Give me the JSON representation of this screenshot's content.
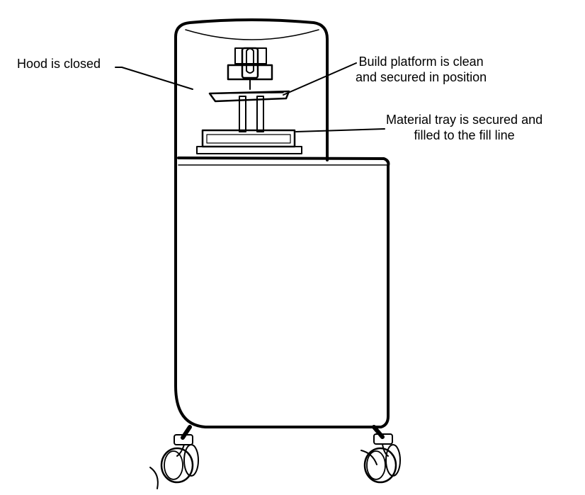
{
  "diagram": {
    "callouts": {
      "hood": {
        "lines": [
          "Hood is closed"
        ]
      },
      "platform": {
        "lines": [
          "Build platform is clean",
          "and secured in position"
        ]
      },
      "tray": {
        "lines": [
          "Material tray is secured and",
          "filled to the fill line"
        ]
      }
    },
    "colors": {
      "stroke": "#000000",
      "background": "#ffffff"
    }
  }
}
